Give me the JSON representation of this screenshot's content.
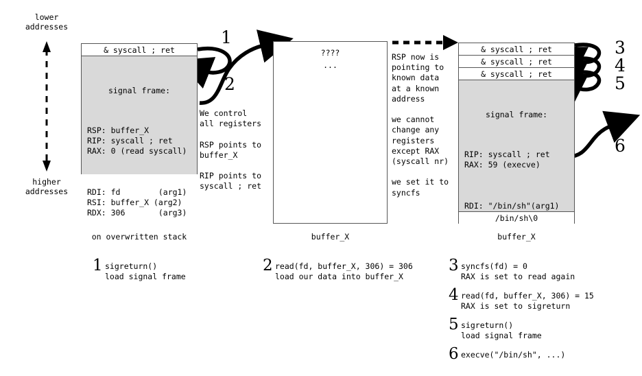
{
  "axis": {
    "lower_label": "lower\naddresses",
    "higher_label": "higher\naddresses",
    "arrow": "vertical-double-dashed-arrow"
  },
  "block1": {
    "caption": "on overwritten stack",
    "top_cell": "& syscall ; ret",
    "frame_title": "signal frame:",
    "frame_rows_group1": "RSP: buffer_X\nRIP: syscall ; ret\nRAX: 0 (read syscall)",
    "frame_rows_group2": "RDI: fd        (arg1)\nRSI: buffer_X (arg2)\nRDX: 306       (arg3)"
  },
  "block2": {
    "caption": "buffer_X",
    "unknown_line1": "????",
    "unknown_line2": "..."
  },
  "block3": {
    "caption": "buffer_X",
    "cells": [
      "& syscall ; ret",
      "& syscall ; ret",
      "& syscall ; ret"
    ],
    "frame_title": "signal frame:",
    "frame_rows_group1": "RIP: syscall ; ret\nRAX: 59 (execve)",
    "frame_rows_group2": "RDI: \"/bin/sh\"(arg1)",
    "bottom_cell": "/bin/sh\\0"
  },
  "annotations": {
    "middle": "We control\nall registers\n\nRSP points to\nbuffer_X\n\nRIP points to\nsyscall ; ret",
    "right": "RSP now is\npointing to\nknown data\nat a known\naddress\n\nwe cannot\nchange any\nregisters\nexcept RAX\n(syscall nr)\n\nwe set it to\nsyncfs"
  },
  "step_markers": {
    "one": "1",
    "two": "2",
    "three": "3",
    "four": "4",
    "five": "5",
    "six": "6"
  },
  "legend": [
    {
      "num": "1",
      "text": "sigreturn()\nload signal frame"
    },
    {
      "num": "2",
      "text": "read(fd, buffer_X, 306) = 306\nload our data into buffer_X"
    },
    {
      "num": "3",
      "text": "syncfs(fd) = 0\nRAX is set to read again"
    },
    {
      "num": "4",
      "text": "read(fd, buffer_X, 306) = 15\nRAX is set to sigreturn"
    },
    {
      "num": "5",
      "text": "sigreturn()\nload signal frame"
    },
    {
      "num": "6",
      "text": "execve(\"/bin/sh\", ...)"
    }
  ],
  "colors": {
    "frame_fill": "#d9d9d9",
    "border": "#555555",
    "text": "#000000",
    "background": "#ffffff"
  }
}
